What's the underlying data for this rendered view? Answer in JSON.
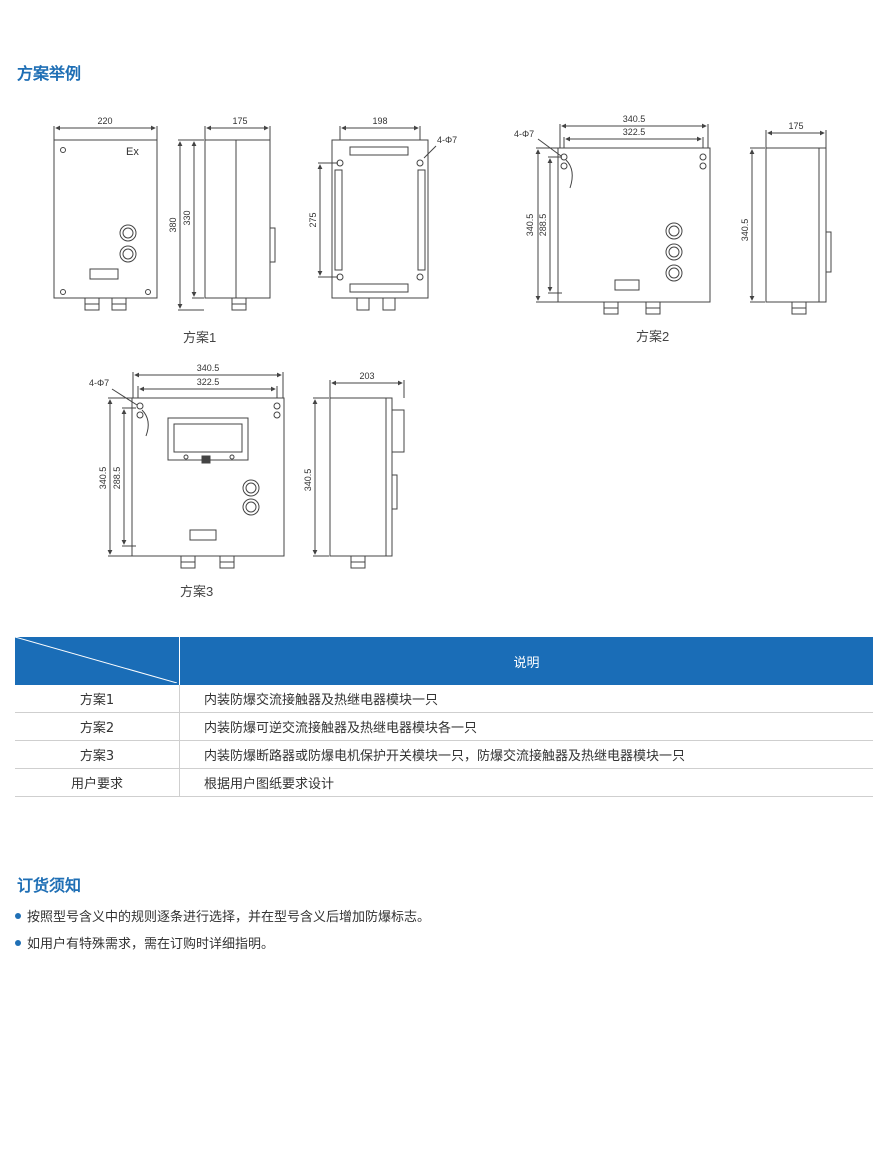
{
  "sections": {
    "examples_title": "方案举例",
    "ordering_title": "订货须知"
  },
  "drawings": {
    "scheme1": {
      "caption": "方案1",
      "front": {
        "width": "220",
        "label": "Ex"
      },
      "side": {
        "depth": "175",
        "height_outer": "380",
        "height_inner": "330"
      },
      "back": {
        "width": "198",
        "hole_spacing": "275",
        "holes": "4-Φ7"
      }
    },
    "scheme2": {
      "caption": "方案2",
      "front": {
        "holes": "4-Φ7",
        "width_outer": "340.5",
        "width_inner": "322.5",
        "height_outer": "340.5",
        "height_inner": "288.5"
      },
      "side": {
        "depth": "175",
        "height": "340.5"
      }
    },
    "scheme3": {
      "caption": "方案3",
      "front": {
        "holes": "4-Φ7",
        "width_outer": "340.5",
        "width_inner": "322.5",
        "height_outer": "340.5",
        "height_inner": "288.5"
      },
      "side": {
        "depth": "203",
        "height": "340.5"
      }
    }
  },
  "table": {
    "header": "说明",
    "rows": [
      {
        "name": "方案1",
        "desc": "内装防爆交流接触器及热继电器模块一只"
      },
      {
        "name": "方案2",
        "desc": "内装防爆可逆交流接触器及热继电器模块各一只"
      },
      {
        "name": "方案3",
        "desc": "内装防爆断路器或防爆电机保护开关模块一只，防爆交流接触器及热继电器模块一只"
      },
      {
        "name": "用户要求",
        "desc": "根据用户图纸要求设计"
      }
    ]
  },
  "ordering": [
    "按照型号含义中的规则逐条进行选择，并在型号含义后增加防爆标志。",
    "如用户有特殊需求，需在订购时详细指明。"
  ],
  "colors": {
    "accent": "#1f6fb5",
    "table_header": "#1a6db7"
  }
}
